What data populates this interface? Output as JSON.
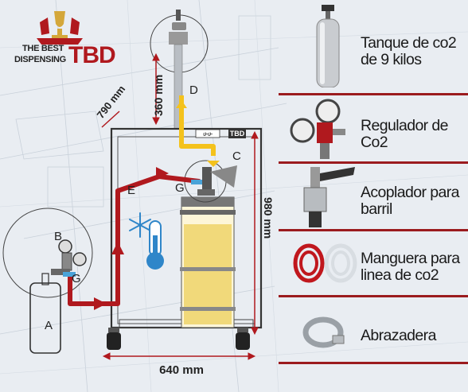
{
  "logo": {
    "line1": "THE BEST",
    "line2": "DISPENSING",
    "mark": "TBD"
  },
  "dimensions": {
    "depth": "790 mm",
    "tower_height": "360 mm",
    "cabinet_height": "980 mm",
    "width": "640 mm"
  },
  "points": {
    "A": "A",
    "B": "B",
    "C": "C",
    "D": "D",
    "E": "E",
    "G_regulator": "G",
    "G_keg": "G"
  },
  "cabinet_badges": {
    "left": "ሁሁ",
    "right": "TBD"
  },
  "legend": [
    {
      "lines": [
        "Tanque de co2",
        "de 9 kilos"
      ],
      "icon": "co2-tank-icon"
    },
    {
      "lines": [
        "Regulador de",
        "Co2"
      ],
      "icon": "regulator-icon"
    },
    {
      "lines": [
        "Acoplador para",
        "barril"
      ],
      "icon": "coupler-icon"
    },
    {
      "lines": [
        "Manguera para",
        "linea de co2"
      ],
      "icon": "hose-icon"
    },
    {
      "lines": [
        "Abrazadera"
      ],
      "icon": "clamp-icon"
    }
  ],
  "colors": {
    "hose": "#b0191e",
    "beer_line": "#f4c21c",
    "divider": "#9b1b1e",
    "beer": "#f1d97a",
    "gas_connector": "#4aa3d8"
  }
}
